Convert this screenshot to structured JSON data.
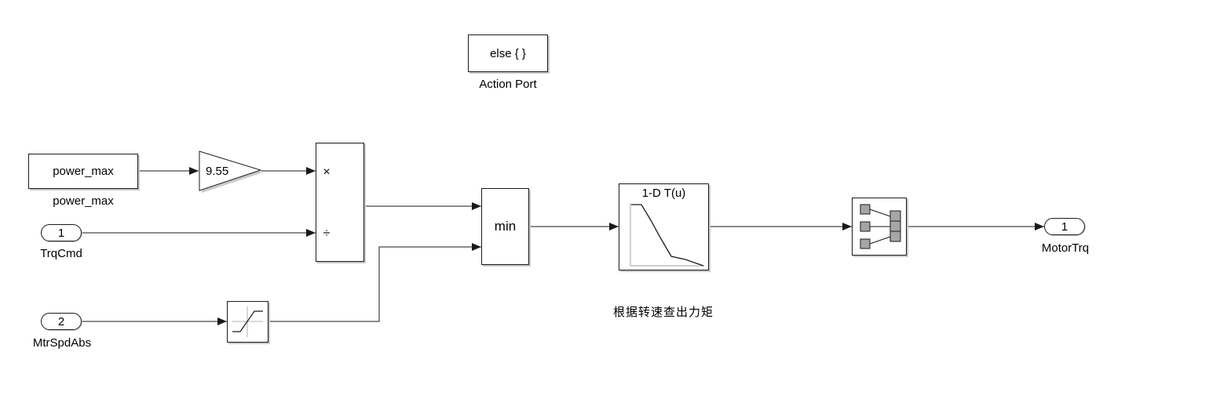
{
  "colors": {
    "line": "#1a1a1a",
    "shadow": "#c9c9c9",
    "mux_port": "#a6a6a6",
    "table_axis": "#b0b0b0"
  },
  "action_port": {
    "text": "else { }",
    "label": "Action Port"
  },
  "constant": {
    "text": "power_max",
    "label": "power_max"
  },
  "gain": {
    "value": "9.55"
  },
  "divide": {
    "multiply_symbol": "×",
    "divide_symbol": "÷"
  },
  "inport_1": {
    "number": "1",
    "label": "TrqCmd"
  },
  "inport_2": {
    "number": "2",
    "label": "MtrSpdAbs"
  },
  "saturation": {
    "icon": "saturation-icon"
  },
  "minmax": {
    "text": "min"
  },
  "lookup_table": {
    "title": "1-D T(u)",
    "icon": "lookup-curve-icon"
  },
  "bus_selector": {
    "icon": "bus-selector-icon"
  },
  "outport_1": {
    "number": "1",
    "label": "MotorTrq"
  },
  "annotation": {
    "text": "根据转速查出力矩"
  }
}
